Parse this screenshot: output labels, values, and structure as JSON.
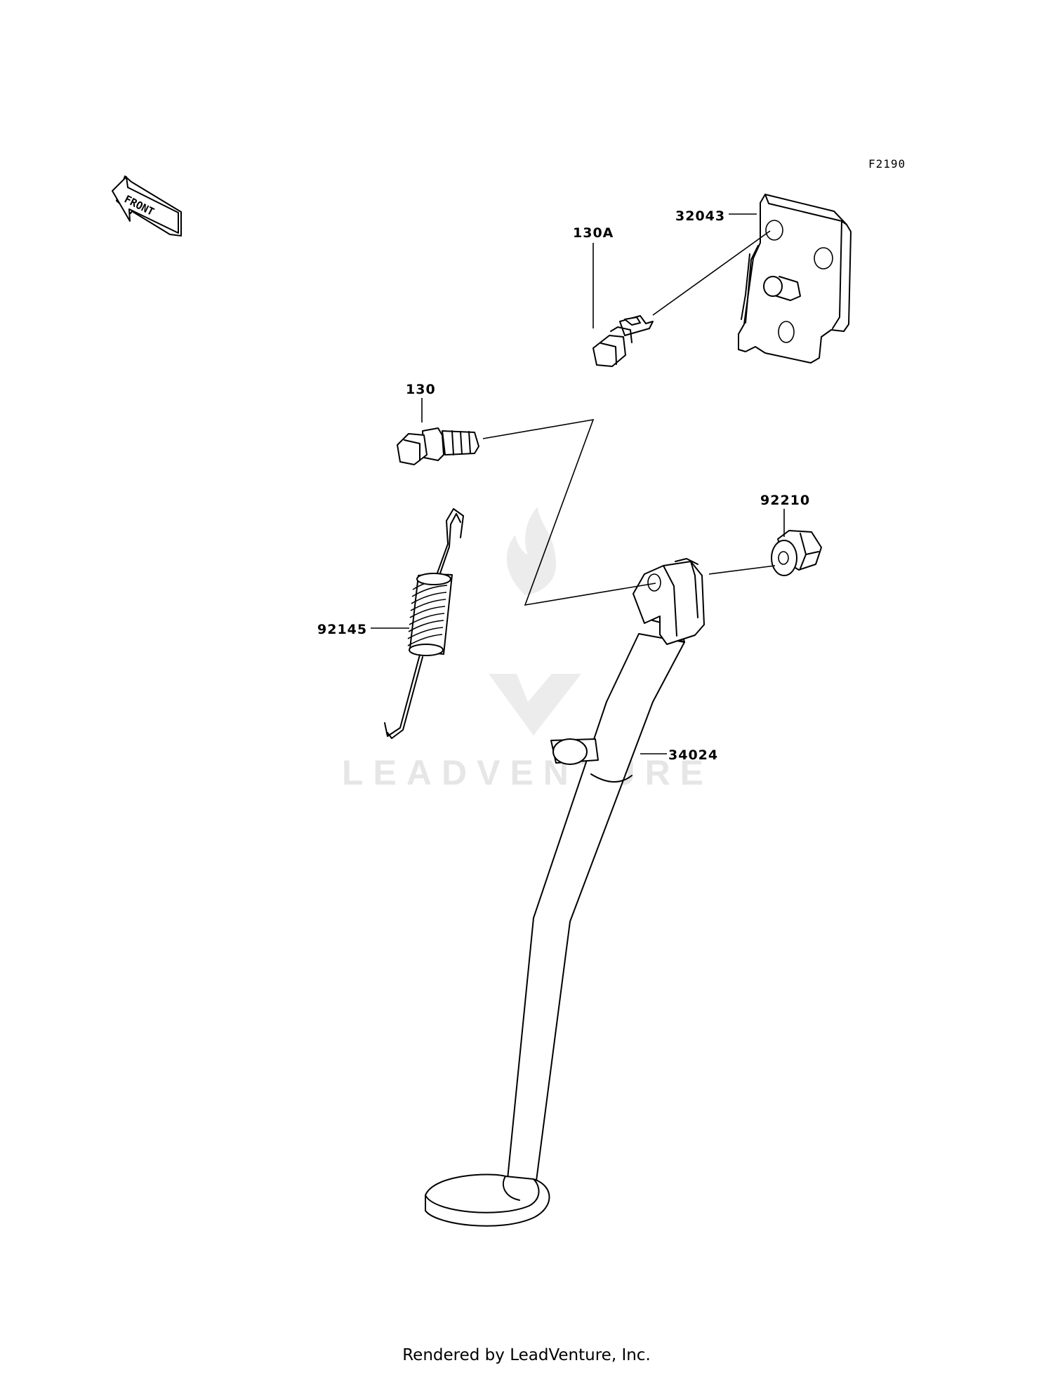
{
  "figure_code": "F2190",
  "front_label": "FRONT",
  "watermark": {
    "brand": "LEADVENTURE"
  },
  "parts": [
    {
      "id": "32043"
    },
    {
      "id": "130A"
    },
    {
      "id": "130"
    },
    {
      "id": "92210"
    },
    {
      "id": "92145"
    },
    {
      "id": "34024"
    }
  ],
  "footer": "Rendered by LeadVenture, Inc."
}
